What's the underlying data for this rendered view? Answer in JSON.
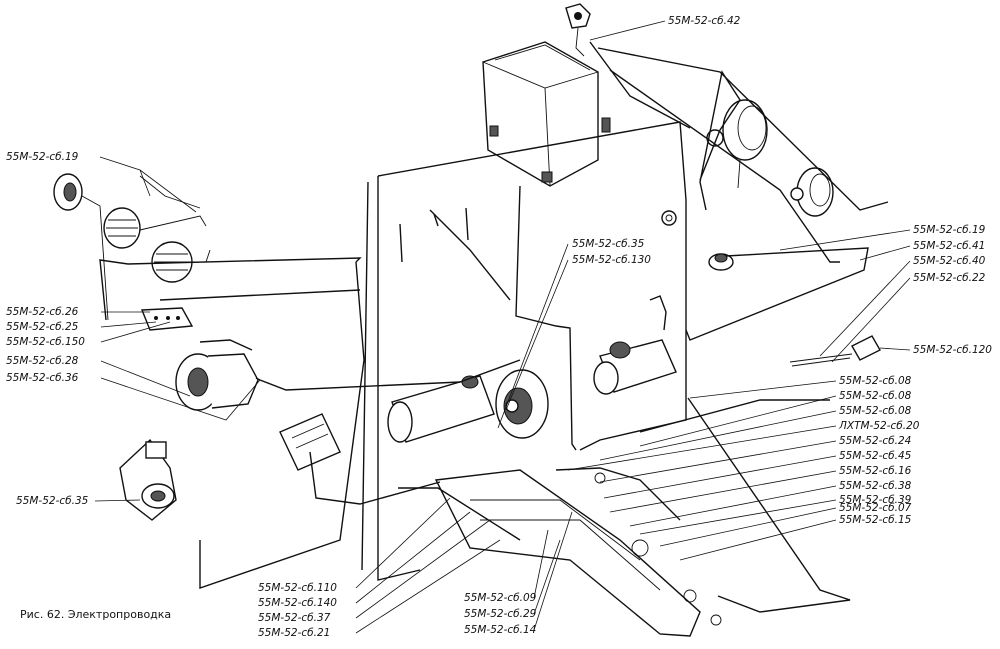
{
  "caption": "Рис. 62. Электропроводка",
  "labels": {
    "l_42": "55М-52-сб.42",
    "l_19_left": "55М-52-сб.19",
    "l_26": "55М-52-сб.26",
    "l_25": "55М-52-сб.25",
    "l_150": "55М-52-сб.150",
    "l_28": "55М-52-сб.28",
    "l_36": "55М-52-сб.36",
    "l_35_left": "55М-52-сб.35",
    "l_35_mid": "55М-52-сб.35",
    "l_130": "55М-52-сб.130",
    "l_19_right": "55М-52-сб.19",
    "l_41": "55М-52-сб.41",
    "l_40": "55М-52-сб.40",
    "l_22": "55М-52-сб.22",
    "l_120": "55М-52-сб.120",
    "l_08a": "55М-52-сб.08",
    "l_08b": "55М-52-сб.08",
    "l_08c": "55М-52-сб.08",
    "l_20": "ЛХТМ-52-сб.20",
    "l_24": "55М-52-сб.24",
    "l_45": "55М-52-сб.45",
    "l_16": "55М-52-сб.16",
    "l_38": "55М-52-сб.38",
    "l_39": "55М-52-сб.39",
    "l_07": "55М-52-сб.07",
    "l_15": "55М-52-сб.15",
    "l_110": "55М-52-сб.110",
    "l_140": "55М-52-сб.140",
    "l_37": "55М-52-сб.37",
    "l_21": "55М-52-сб.21",
    "l_09": "55М-52-сб.09",
    "l_29": "55М-52-сб.29",
    "l_14": "55М-52-сб.14"
  }
}
